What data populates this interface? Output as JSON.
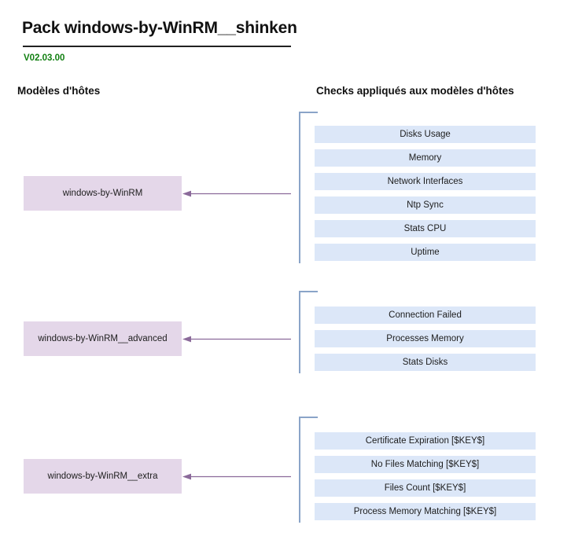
{
  "header": {
    "title": "Pack windows-by-WinRM__shinken",
    "version": "V02.03.00",
    "version_color": "#128012",
    "columns": {
      "hosts": "Modèles d'hôtes",
      "checks": "Checks appliqués aux modèles d'hôtes"
    }
  },
  "theme": {
    "host_box_fill": "#e4d7e9",
    "check_box_fill": "#dce7f8",
    "arrow_color": "#8b6a9a",
    "spine_color": "#8aa4c8",
    "rule_color": "#222222"
  },
  "groups": [
    {
      "host_template": "windows-by-WinRM",
      "checks": [
        "Disks Usage",
        "Memory",
        "Network Interfaces",
        "Ntp Sync",
        "Stats CPU",
        "Uptime"
      ]
    },
    {
      "host_template": "windows-by-WinRM__advanced",
      "checks": [
        "Connection Failed",
        "Processes Memory",
        "Stats Disks"
      ]
    },
    {
      "host_template": "windows-by-WinRM__extra",
      "checks": [
        "Certificate Expiration [$KEY$]",
        "No Files Matching [$KEY$]",
        "Files Count [$KEY$]",
        "Process Memory Matching [$KEY$]"
      ]
    }
  ]
}
